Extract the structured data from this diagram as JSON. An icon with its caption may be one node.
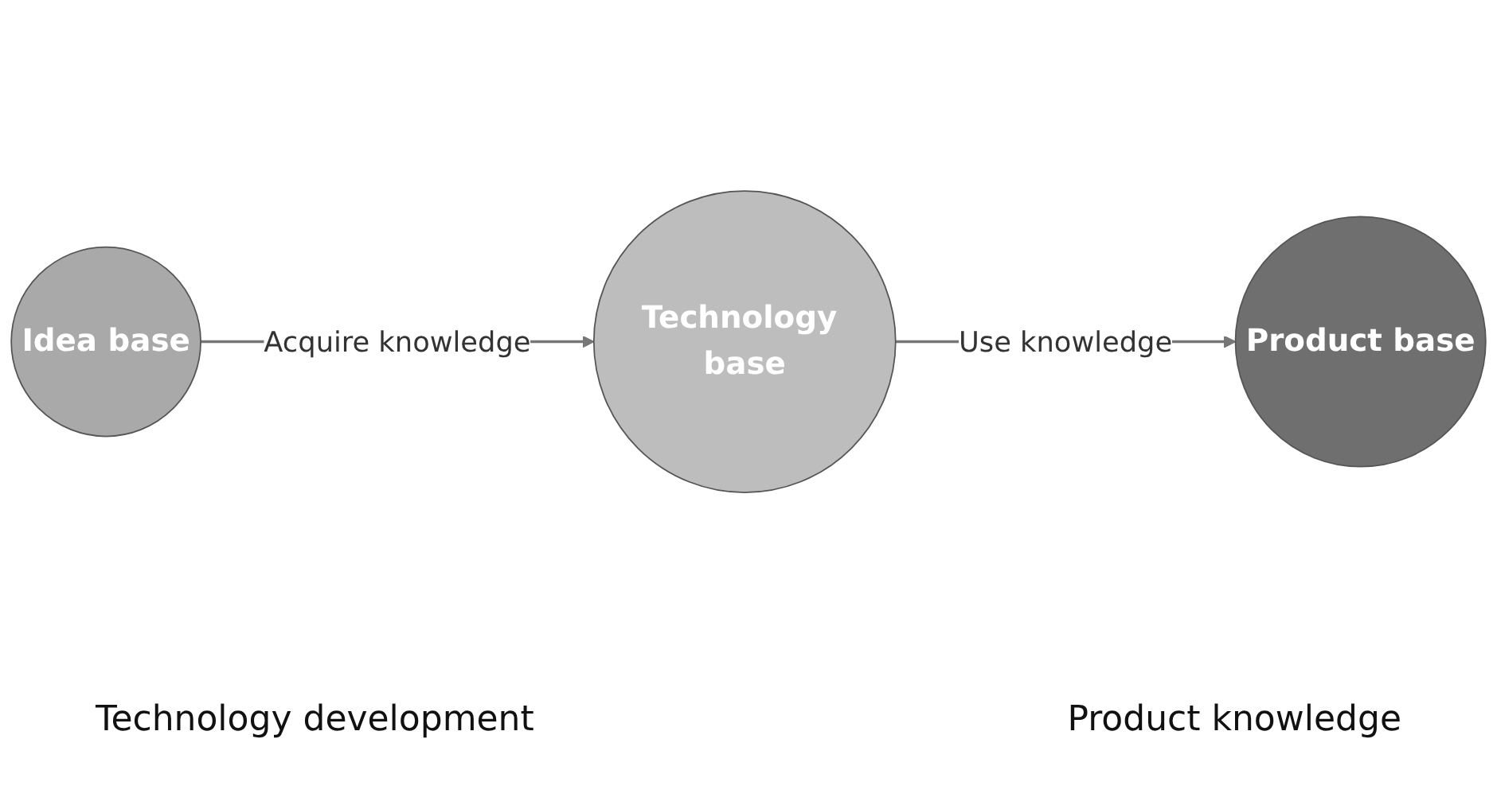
{
  "diagram": {
    "nodes": [
      {
        "text": [
          "Idea base"
        ]
      },
      {
        "text": [
          "Technology base"
        ]
      },
      {
        "text": [
          "Product base"
        ]
      }
    ],
    "edges": [
      {
        "from": 0,
        "to": 1,
        "arrow": "to",
        "label": "Acquire knowledge"
      },
      {
        "from": 1,
        "to": 2,
        "arrow": "to",
        "label": "Use knowledge"
      }
    ],
    "labels": [
      "Technology development",
      "Product knowledge"
    ]
  }
}
